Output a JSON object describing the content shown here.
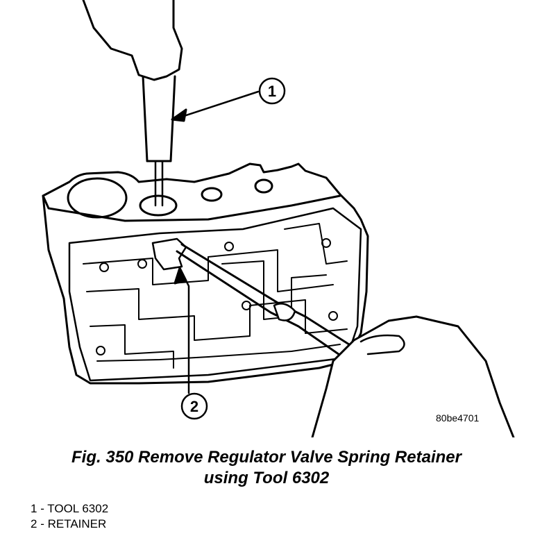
{
  "figure": {
    "image_code": "80be4701",
    "caption_line1": "Fig. 350 Remove Regulator Valve Spring Retainer",
    "caption_line2": "using Tool 6302",
    "callouts": [
      {
        "number": "1"
      },
      {
        "number": "2"
      }
    ]
  },
  "legend": [
    {
      "number": "1",
      "text": " - TOOL 6302"
    },
    {
      "number": "2",
      "text": " - RETAINER"
    }
  ]
}
